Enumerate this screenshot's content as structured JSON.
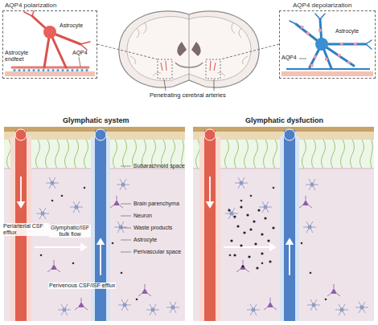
{
  "diagram": {
    "nodes": [
      {
        "text": [
          "AQP4 polarization",
          "Astrocyte",
          "Astrocyte endfeet",
          "AQP4"
        ]
      },
      {
        "text": [
          "AQP4 depolarization",
          "Astrocyte",
          "AQP4"
        ]
      }
    ],
    "labels": [
      "Penetrating cerebral arteries",
      "Glymphatic system",
      "Glymphatic dysfuction",
      "Subarachnoid space",
      "Periarterial CSF efflux",
      "Brain parenchyma",
      "Glymphatic/ISF bulk flow",
      "Neuron",
      "Waste products",
      "Astrocyte",
      "Perivascular space",
      "Perivenous CSF/ISF efflux"
    ]
  }
}
